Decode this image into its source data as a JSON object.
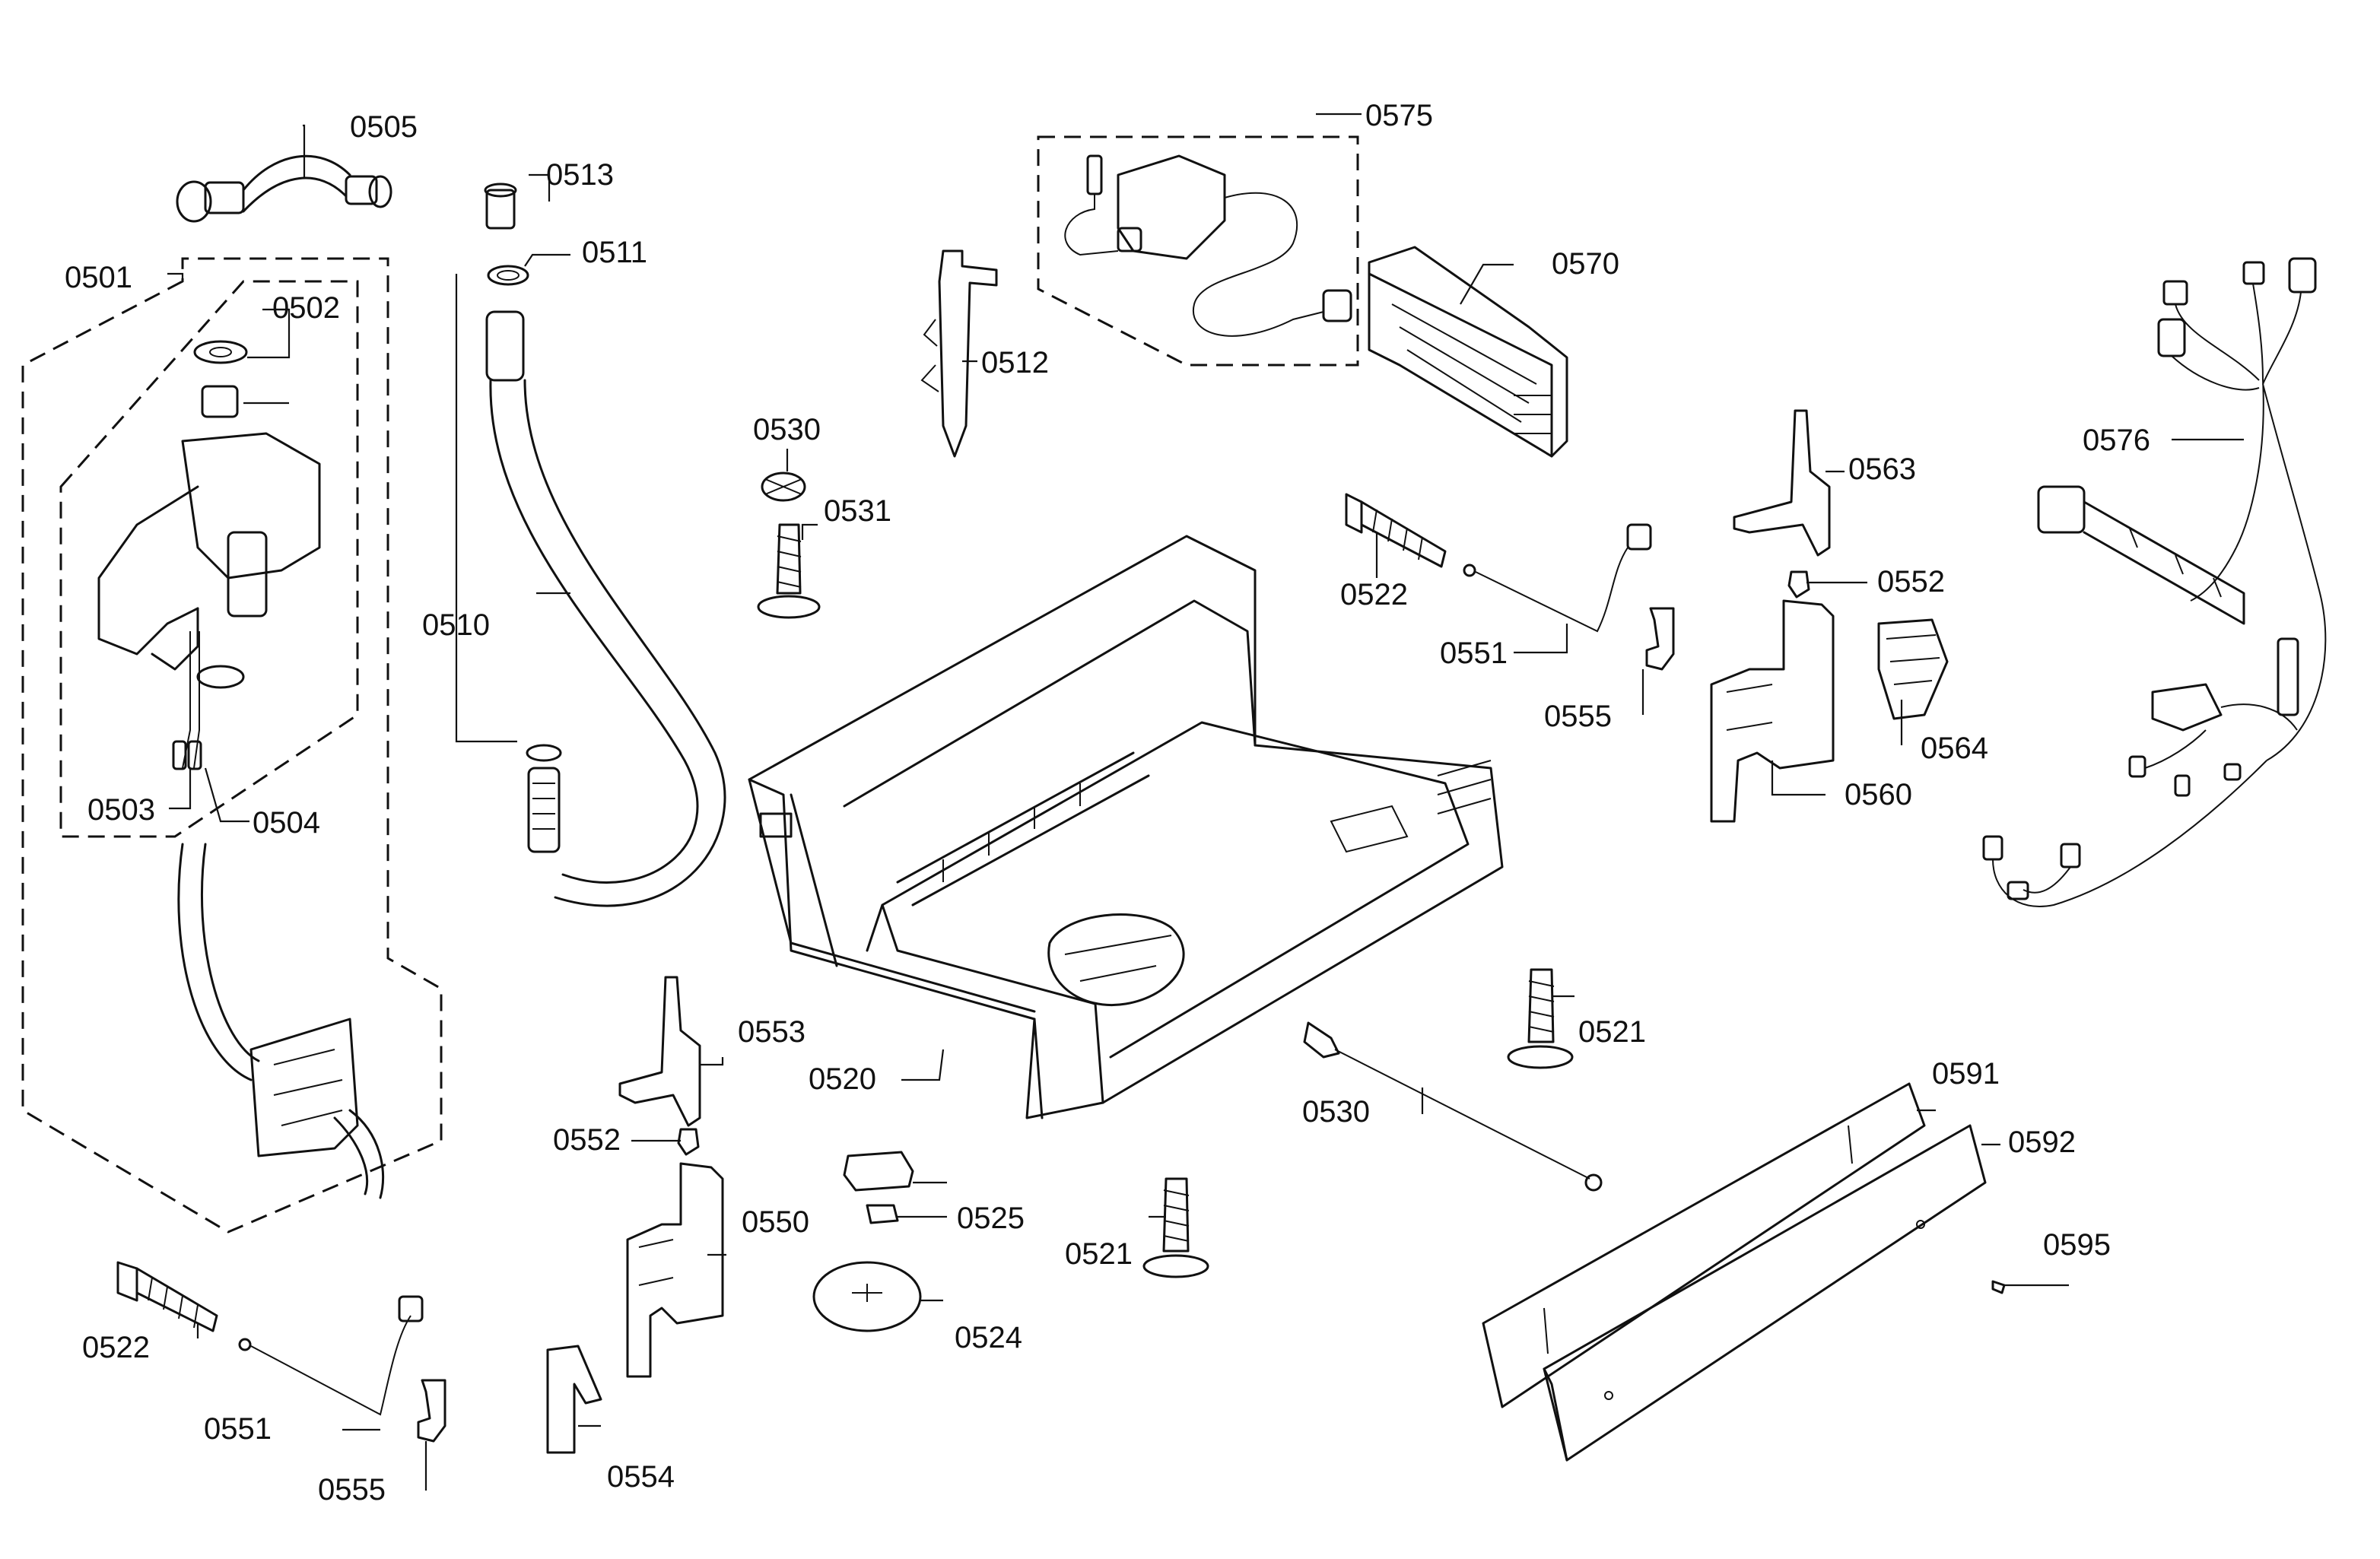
{
  "labels": {
    "l0501": "0501",
    "l0502": "0502",
    "l0503": "0503",
    "l0504": "0504",
    "l0505": "0505",
    "l0510": "0510",
    "l0511": "0511",
    "l0512": "0512",
    "l0513": "0513",
    "l0520": "0520",
    "l0521a": "0521",
    "l0521b": "0521",
    "l0522a": "0522",
    "l0522b": "0522",
    "l0524": "0524",
    "l0525": "0525",
    "l0530a": "0530",
    "l0530b": "0530",
    "l0531": "0531",
    "l0550": "0550",
    "l0551a": "0551",
    "l0551b": "0551",
    "l0552a": "0552",
    "l0552b": "0552",
    "l0553": "0553",
    "l0554": "0554",
    "l0555a": "0555",
    "l0555b": "0555",
    "l0560": "0560",
    "l0563": "0563",
    "l0564": "0564",
    "l0570": "0570",
    "l0575": "0575",
    "l0576": "0576",
    "l0591": "0591",
    "l0592": "0592",
    "l0595": "0595"
  }
}
